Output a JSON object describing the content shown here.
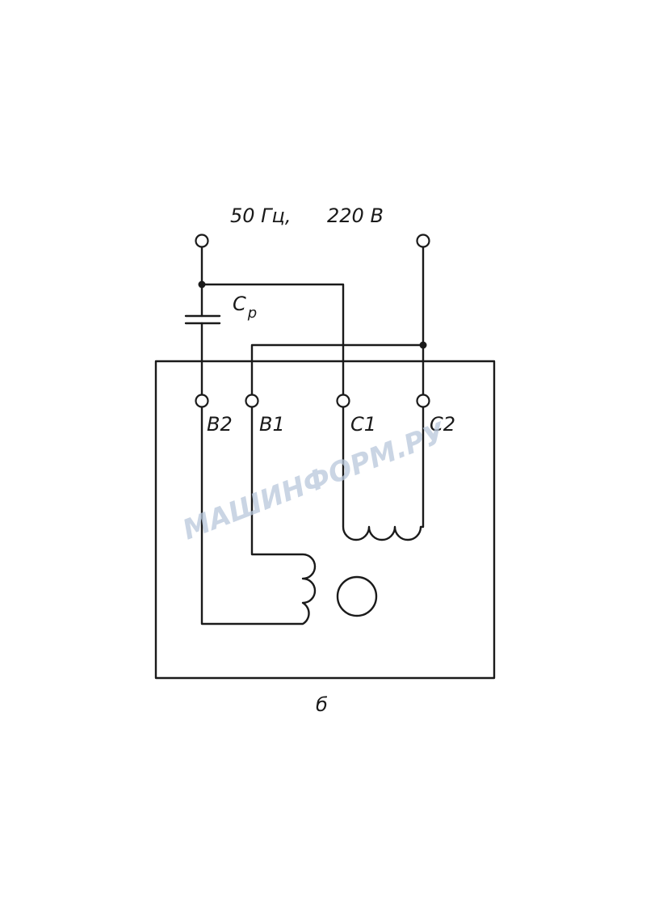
{
  "supply": {
    "frequency": "50 Гц,",
    "voltage": "220 В"
  },
  "capacitor": {
    "symbol": "C",
    "subscript": "р"
  },
  "terminals": {
    "b2": "В2",
    "b1": "В1",
    "c1": "С1",
    "c2": "С2"
  },
  "caption": "б",
  "watermark": "МАШИНФОРМ.РУ",
  "colors": {
    "line": "#1a1a1a",
    "watermark": "#b9c8dc",
    "background": "#ffffff"
  }
}
